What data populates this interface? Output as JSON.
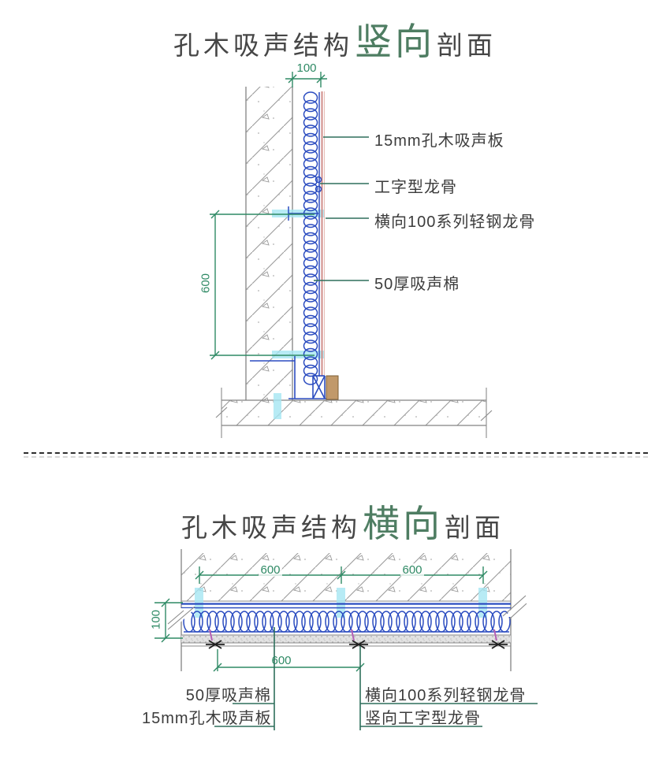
{
  "vertical_section": {
    "title_prefix": "孔木吸声结构",
    "title_highlight": "竖向",
    "title_suffix": "剖面",
    "dims": {
      "panel_offset_width": "100",
      "keel_vertical_spacing": "600"
    },
    "labels": {
      "panel": "15mm孔木吸声板",
      "i_keel": "工字型龙骨",
      "steel_keel": "横向100系列轻钢龙骨",
      "cotton": "50厚吸声棉"
    }
  },
  "horizontal_section": {
    "title_prefix": "孔木吸声结构",
    "title_highlight": "横向",
    "title_suffix": "剖面",
    "dims": {
      "keel_spacing_left": "600",
      "keel_spacing_right": "600",
      "assembly_thickness": "100",
      "anchor_spacing": "600"
    },
    "labels": {
      "cotton": "50厚吸声棉",
      "panel": "15mm孔木吸声板",
      "steel_keel": "横向100系列轻钢龙骨",
      "i_keel": "竖向工字型龙骨"
    }
  },
  "colors": {
    "title_green": "#4e7d62",
    "text_dark": "#3d3d3d",
    "dimension_green": "#2f8a65",
    "leader_teal": "#2e6f5c",
    "coil_blue": "#2b4cc0",
    "keel_highlight_cyan": "#a5e6f2",
    "panel_face_pink": "#d08c88",
    "wood_block_brown": "#c1996a",
    "hatch_gray": "#8f8f8f",
    "anchor_black": "#1f1f1f",
    "fastener_magenta": "#b560b5"
  }
}
